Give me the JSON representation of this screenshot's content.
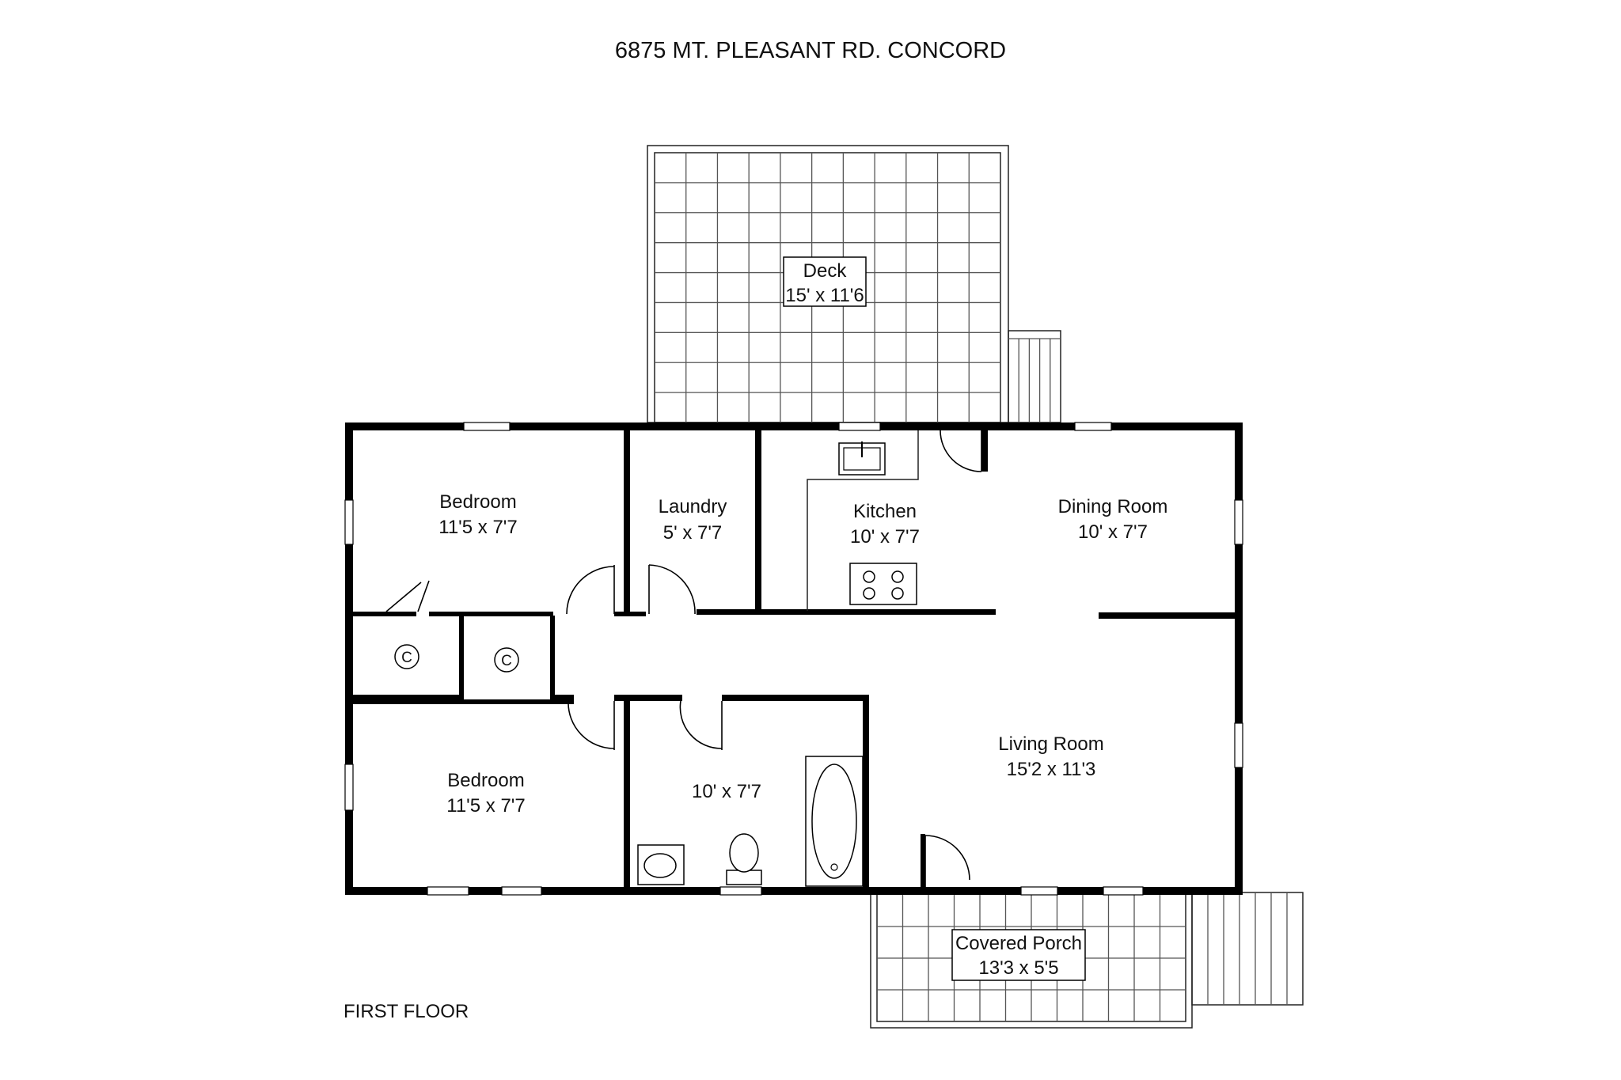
{
  "title": "6875 MT. PLEASANT RD. CONCORD",
  "floor_label": "FIRST FLOOR",
  "closet_symbol": "C",
  "rooms": {
    "deck": {
      "name": "Deck",
      "dims": "15' x 11'6"
    },
    "bedroom_top": {
      "name": "Bedroom",
      "dims": "11'5 x 7'7"
    },
    "laundry": {
      "name": "Laundry",
      "dims": "5' x 7'7"
    },
    "kitchen": {
      "name": "Kitchen",
      "dims": "10' x 7'7"
    },
    "dining": {
      "name": "Dining Room",
      "dims": "10' x 7'7"
    },
    "living": {
      "name": "Living Room",
      "dims": "15'2 x 11'3"
    },
    "bedroom_bottom": {
      "name": "Bedroom",
      "dims": "11'5 x 7'7"
    },
    "bath": {
      "dims": "10' x 7'7"
    },
    "porch": {
      "name": "Covered Porch",
      "dims": "13'3 x 5'5"
    }
  },
  "colors": {
    "wall": "#000000",
    "line": "#555555",
    "background": "#ffffff"
  }
}
